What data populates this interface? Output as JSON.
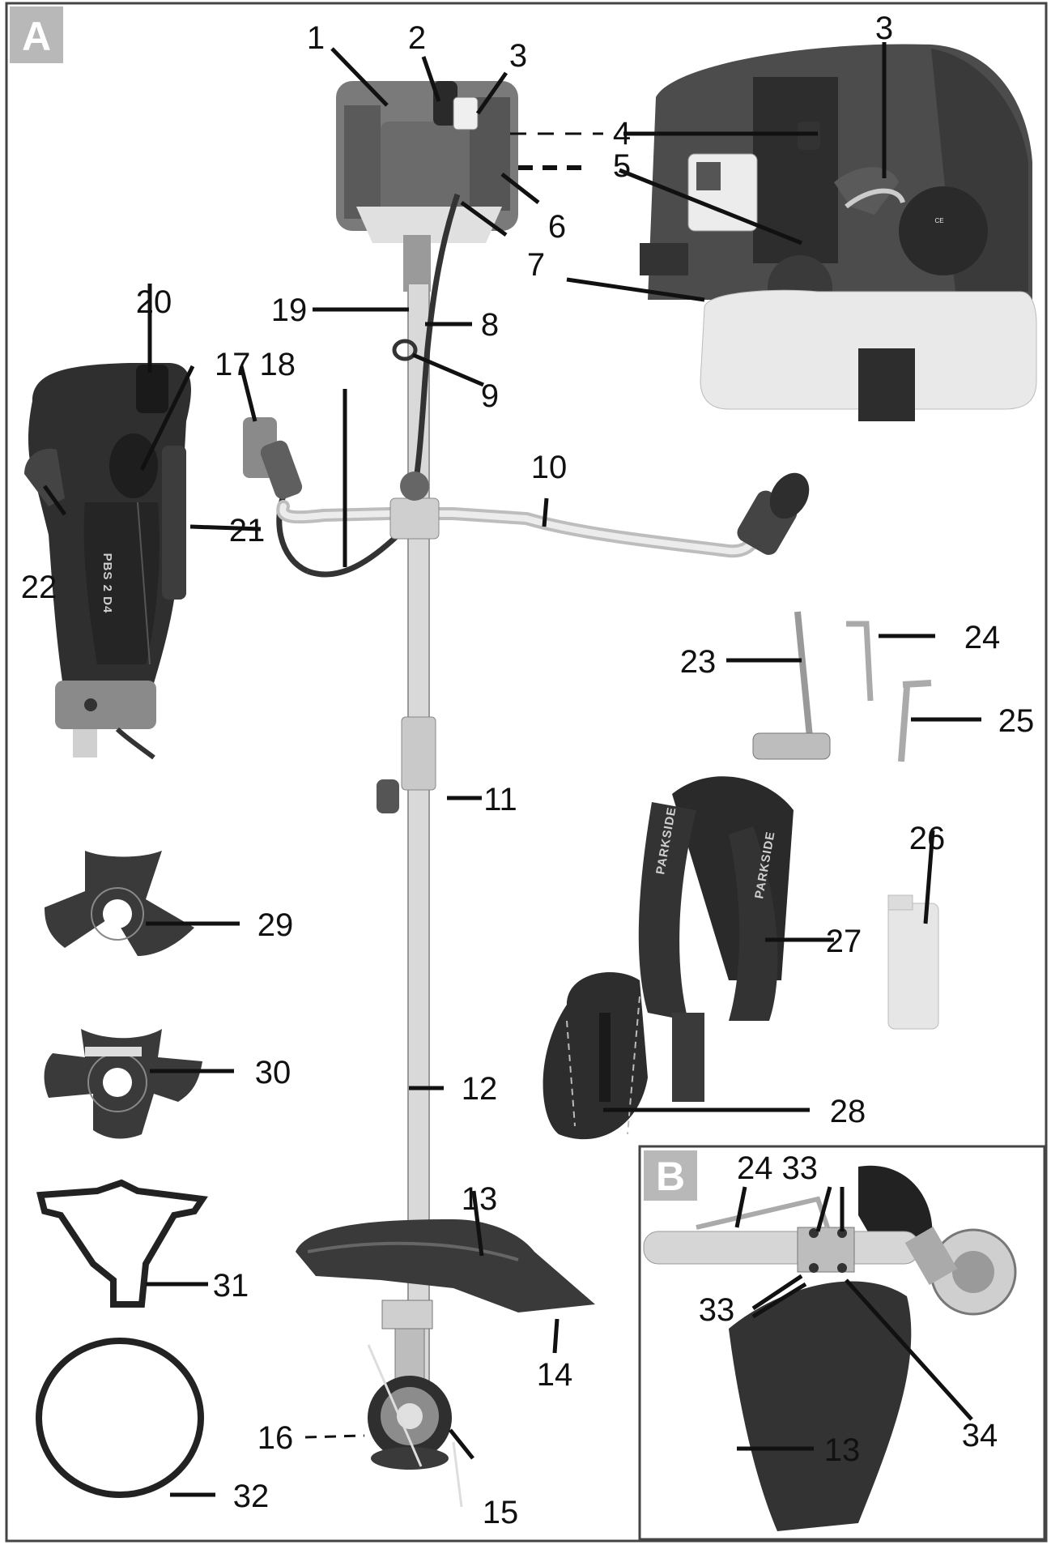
{
  "panels": {
    "a": "A",
    "b": "B"
  },
  "product_marks": {
    "handle_model": "PBS 2 D4",
    "strap_brand": "PARKSIDE"
  },
  "callouts": {
    "c1": "1",
    "c2": "2",
    "c3a": "3",
    "c3b": "3",
    "c4": "4",
    "c5": "5",
    "c6": "6",
    "c7": "7",
    "c8": "8",
    "c9": "9",
    "c10": "10",
    "c11": "11",
    "c12": "12",
    "c13": "13",
    "c14": "14",
    "c15": "15",
    "c16": "16",
    "c17_18": "17 18",
    "c19": "19",
    "c20": "20",
    "c21": "21",
    "c22": "22",
    "c23": "23",
    "c24": "24",
    "c25": "25",
    "c26": "26",
    "c27": "27",
    "c28": "28",
    "c29": "29",
    "c30": "30",
    "c31": "31",
    "c32": "32",
    "b24_33": "24 33",
    "b33": "33",
    "b34": "34",
    "b13": "13"
  }
}
